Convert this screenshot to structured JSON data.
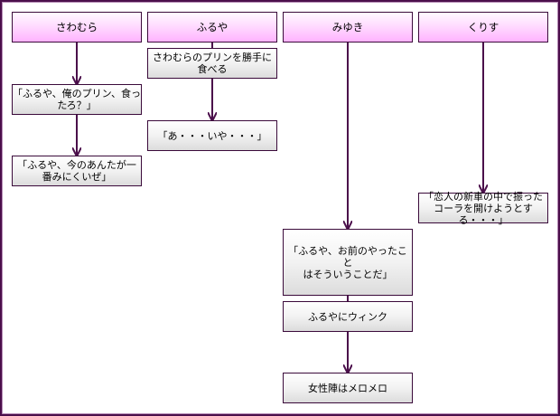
{
  "diagram": {
    "type": "swimlane-flow",
    "lanes": [
      {
        "id": "sawamura",
        "label": "さわむら"
      },
      {
        "id": "furuya",
        "label": "ふるや"
      },
      {
        "id": "miyuki",
        "label": "みゆき"
      },
      {
        "id": "kurisu",
        "label": "くりす"
      }
    ],
    "nodes": [
      {
        "id": "n1",
        "lane": "sawamura",
        "text": "「ふるや、俺のプリン、食っ\nたろ？」"
      },
      {
        "id": "n2",
        "lane": "sawamura",
        "text": "「ふるや、今のあんたが一\n番みにくいぜ」"
      },
      {
        "id": "n3",
        "lane": "furuya",
        "text": "さわむらのプリンを勝手に\n食べる"
      },
      {
        "id": "n4",
        "lane": "furuya",
        "text": "「あ・・・いや・・・」"
      },
      {
        "id": "n5",
        "lane": "miyuki",
        "text": "「ふるや、お前のやったこと\nはそういうことだ」"
      },
      {
        "id": "n6",
        "lane": "miyuki",
        "text": "ふるやにウィンク"
      },
      {
        "id": "n7",
        "lane": "miyuki",
        "text": "女性陣はメロメロ"
      },
      {
        "id": "n8",
        "lane": "kurisu",
        "text": "「恋人の新車の中で振った\nコーラを開けようとする・・・」"
      }
    ],
    "edges": [
      {
        "from": "sawamura",
        "to": "n1",
        "arrow": true
      },
      {
        "from": "n1",
        "to": "n2",
        "arrow": true
      },
      {
        "from": "furuya",
        "to": "n3",
        "arrow": false
      },
      {
        "from": "n3",
        "to": "n4",
        "arrow": true
      },
      {
        "from": "miyuki",
        "to": "n5",
        "arrow": true
      },
      {
        "from": "n5",
        "to": "n6",
        "arrow": false
      },
      {
        "from": "n6",
        "to": "n7",
        "arrow": true
      },
      {
        "from": "kurisu",
        "to": "n8",
        "arrow": true
      }
    ],
    "colors": {
      "line": "#4b0f4b",
      "header_fill": "#ffb3ff",
      "box_fill": "#e6e6e6"
    }
  }
}
